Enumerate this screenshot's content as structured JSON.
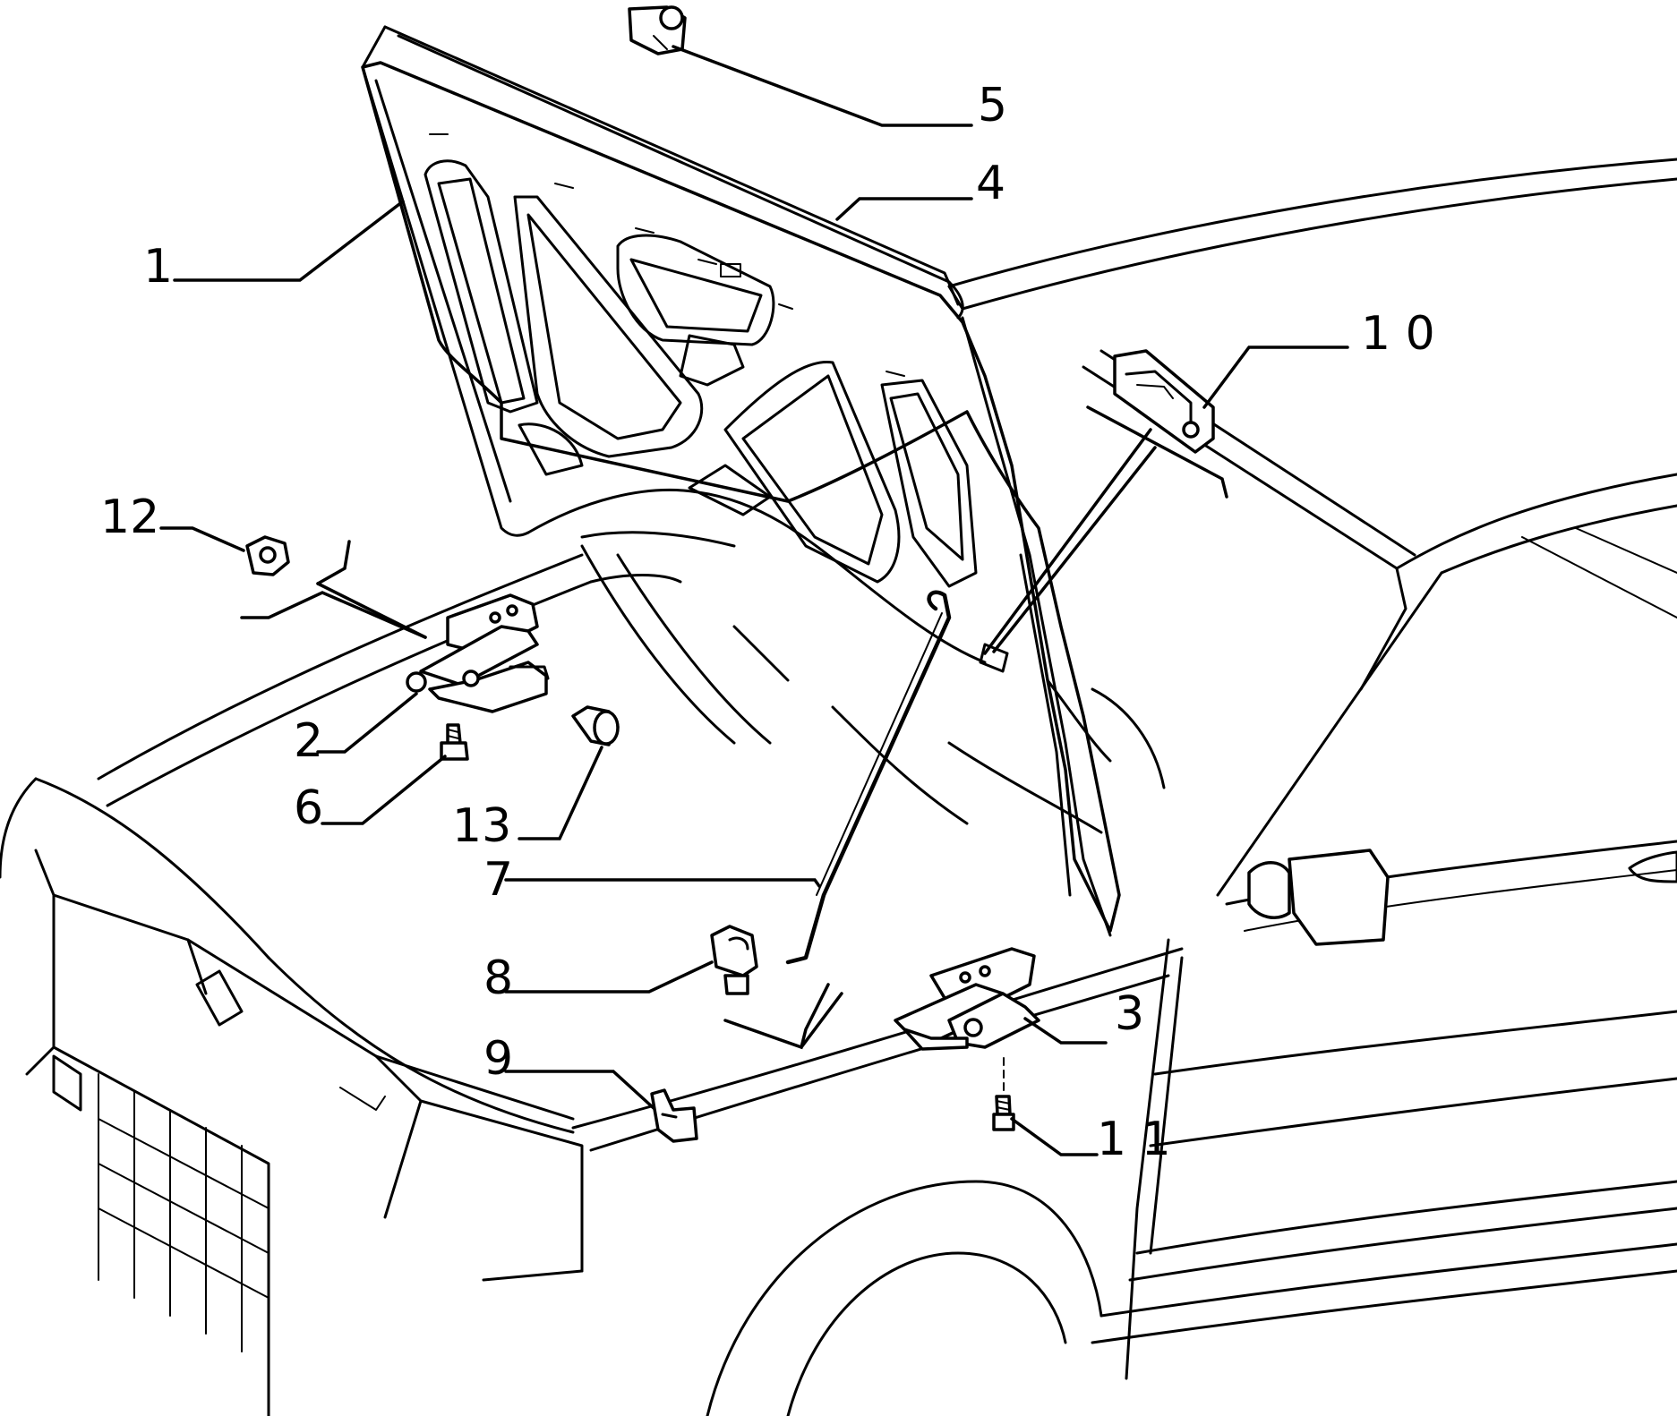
{
  "diagram": {
    "callouts": [
      {
        "id": "1",
        "label": "1"
      },
      {
        "id": "2",
        "label": "2"
      },
      {
        "id": "3",
        "label": "3"
      },
      {
        "id": "4",
        "label": "4"
      },
      {
        "id": "5",
        "label": "5"
      },
      {
        "id": "6",
        "label": "6"
      },
      {
        "id": "7",
        "label": "7"
      },
      {
        "id": "8",
        "label": "8"
      },
      {
        "id": "9",
        "label": "9"
      },
      {
        "id": "10",
        "label": "1 0"
      },
      {
        "id": "11",
        "label": "1 1"
      },
      {
        "id": "12",
        "label": "12"
      },
      {
        "id": "13",
        "label": "13"
      }
    ]
  }
}
